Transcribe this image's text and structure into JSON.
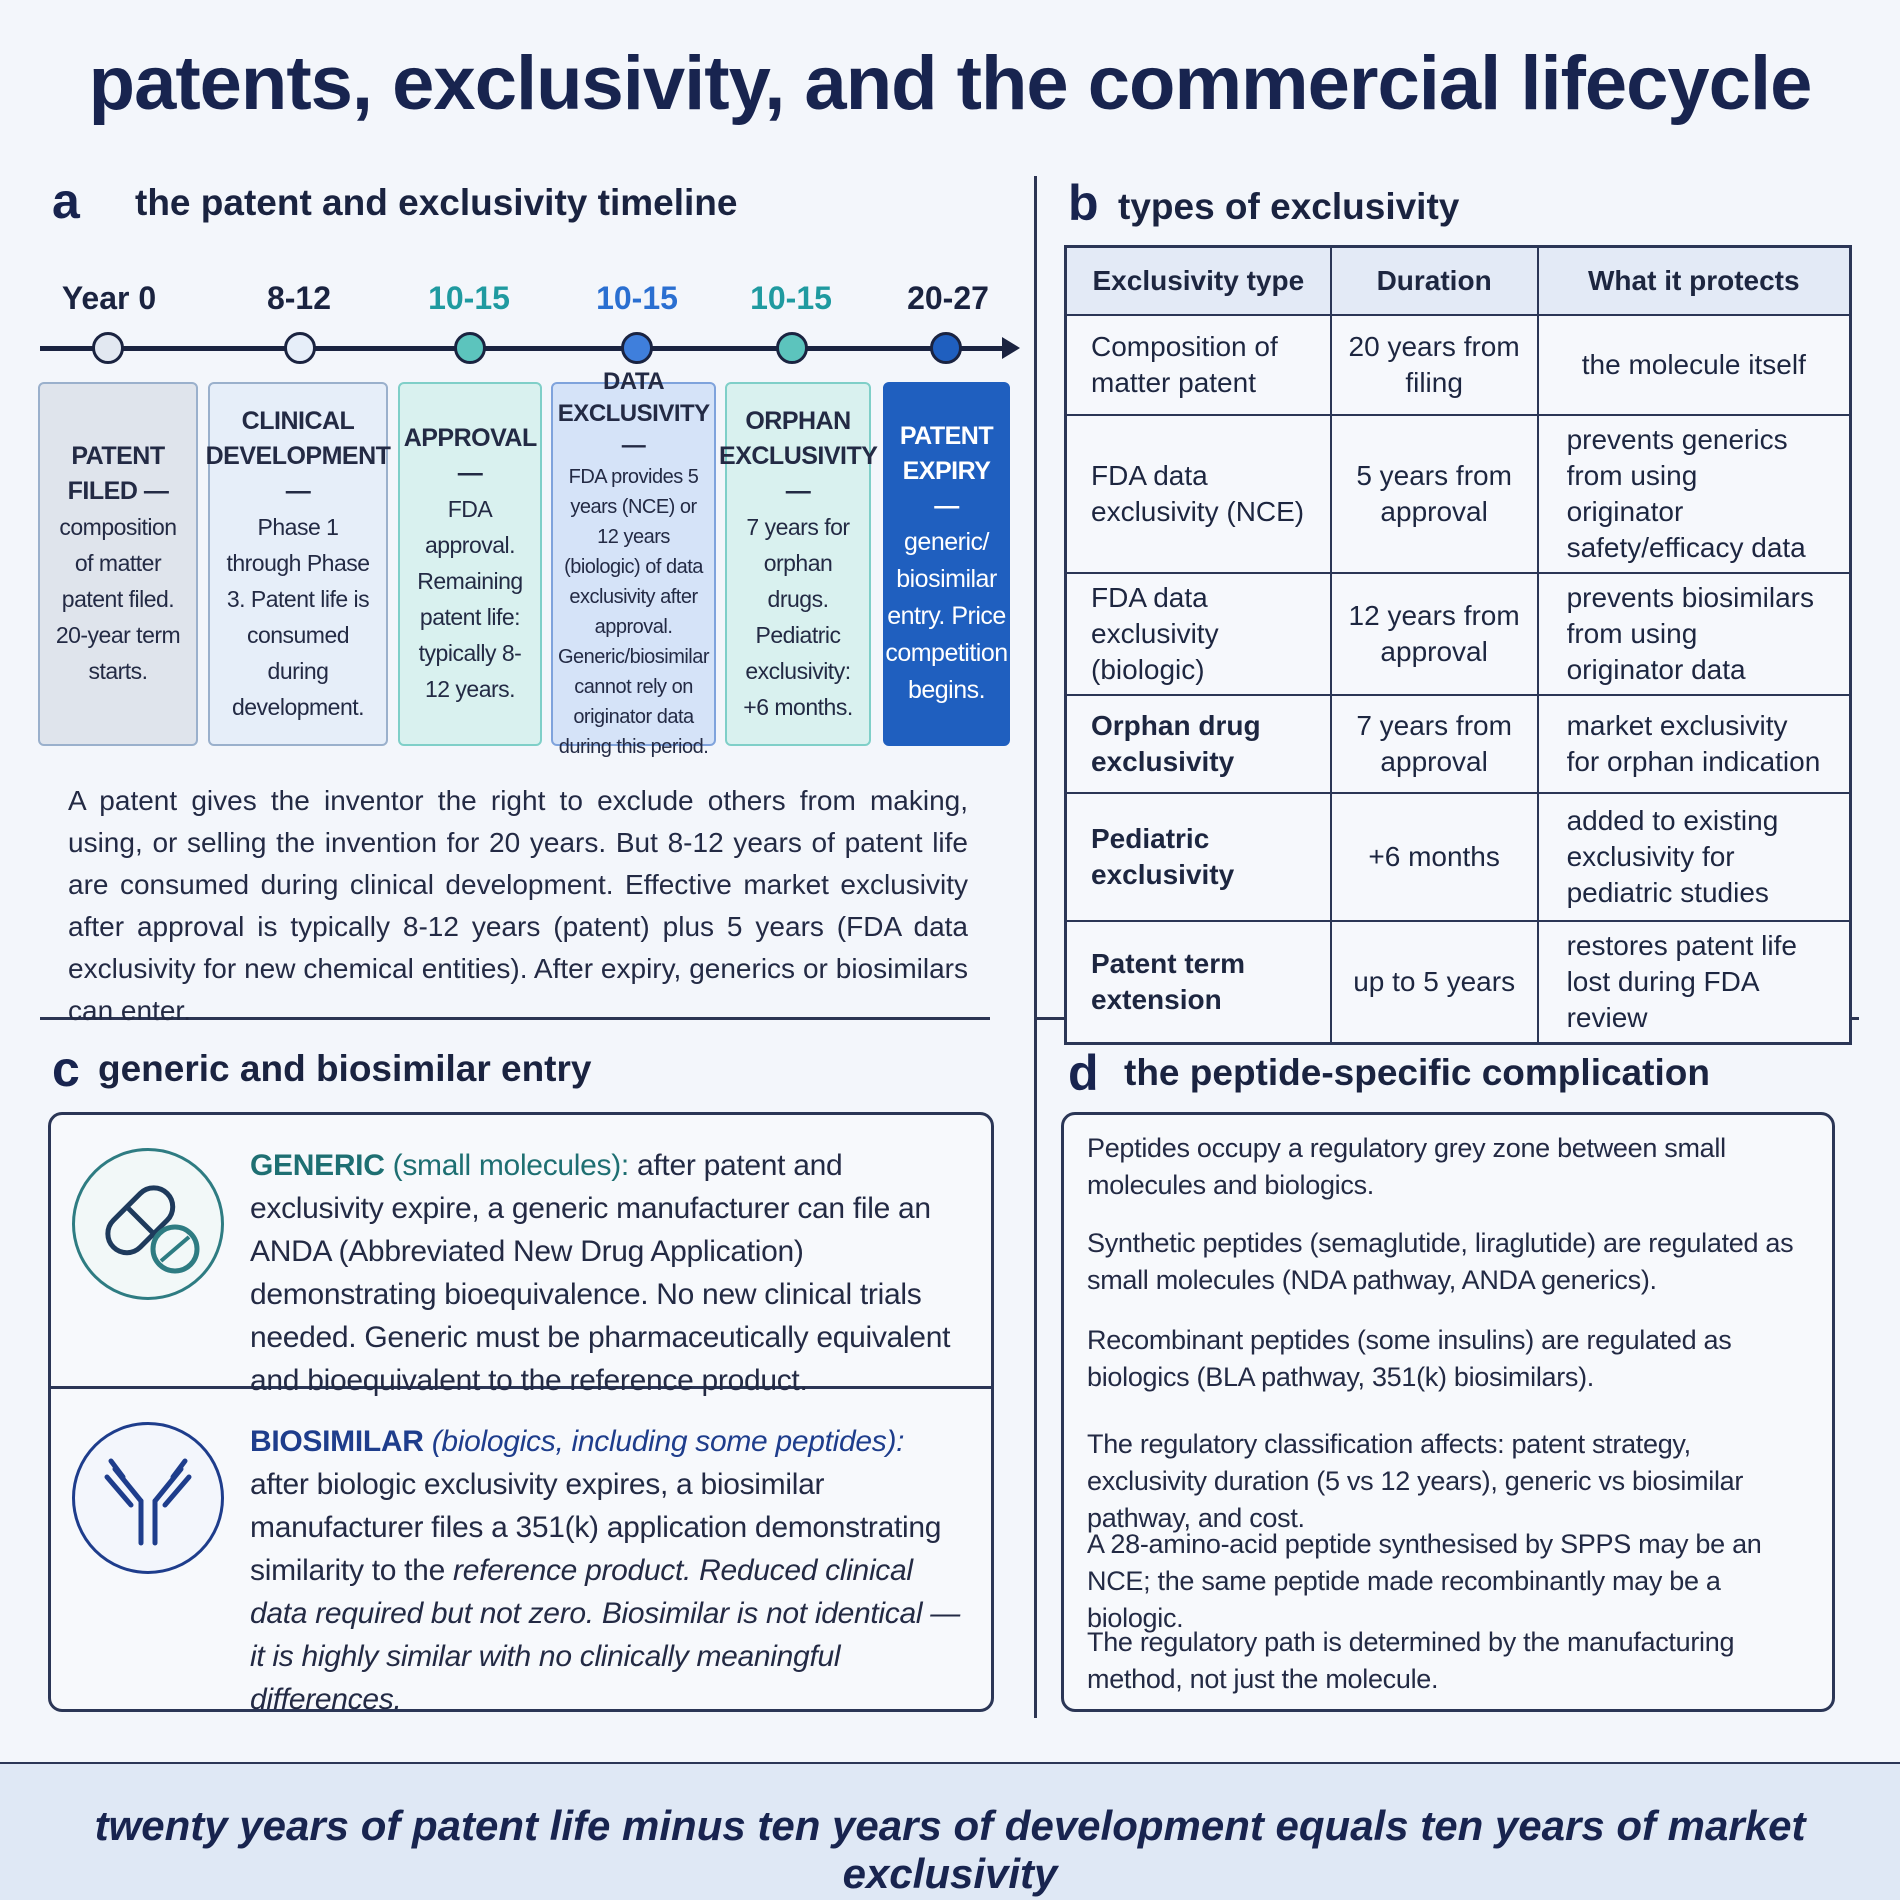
{
  "title": "patents, exclusivity, and the commercial lifecycle",
  "panel_a": {
    "letter": "a",
    "title": "the patent and exclusivity timeline",
    "timeline_labels": [
      "Year 0",
      "8-12",
      "10-15",
      "10-15",
      "10-15",
      "20-27"
    ],
    "stages": [
      {
        "head": "PATENT FILED —",
        "body": "composition of matter patent filed. 20-year term starts."
      },
      {
        "head": "CLINICAL DEVELOPMENT —",
        "body": "Phase 1 through Phase 3. Patent life is consumed during development."
      },
      {
        "head": "APPROVAL —",
        "body": "FDA approval. Remaining patent life: typically 8-12 years."
      },
      {
        "head": "DATA EXCLUSIVITY —",
        "body": "FDA provides 5 years (NCE) or 12 years (biologic) of data exclusivity after approval. Generic/biosimilar cannot rely on originator data during this period."
      },
      {
        "head": "ORPHAN EXCLUSIVITY —",
        "body": "7 years for orphan drugs. Pediatric exclusivity: +6 months."
      },
      {
        "head": "PATENT EXPIRY —",
        "body": "generic/ biosimilar entry. Price competition begins."
      }
    ],
    "description": "A patent gives the inventor the right to exclude others from making, using, or selling the invention for 20 years. But 8-12 years of patent life are consumed during clinical development. Effective market exclusivity after approval is typically 8-12 years (patent) plus 5 years (FDA data exclusivity for new chemical entities). After expiry, generics or biosimilars can enter."
  },
  "panel_b": {
    "letter": "b",
    "title": "types of exclusivity",
    "headers": [
      "Exclusivity type",
      "Duration",
      "What it protects"
    ],
    "rows": [
      {
        "type": "Composition of matter patent",
        "duration": "20 years from filing",
        "protects": "the molecule itself"
      },
      {
        "type": "FDA data exclusivity (NCE)",
        "duration": "5 years from approval",
        "protects": "prevents generics from using originator safety/efficacy data"
      },
      {
        "type": "FDA data exclusivity (biologic)",
        "duration": "12 years from approval",
        "protects": "prevents biosimilars from using originator data"
      },
      {
        "type": "Orphan drug exclusivity",
        "duration": "7 years from approval",
        "protects": "market exclusivity for orphan indication"
      },
      {
        "type": "Pediatric exclusivity",
        "duration": "+6 months",
        "protects": "added to existing exclusivity for pediatric studies"
      },
      {
        "type": "Patent term extension",
        "duration": "up to 5 years",
        "protects": "restores patent life lost during FDA review"
      }
    ]
  },
  "panel_c": {
    "letter": "c",
    "title": "generic and biosimilar entry",
    "generic": {
      "head": "GENERIC",
      "qualifier": "(small molecules):",
      "body": " after patent and exclusivity expire, a generic manufacturer can file an ANDA (Abbreviated New Drug Application) demonstrating bioequivalence. No new clinical trials needed. Generic must be pharmaceutically equivalent and bioequivalent to the reference product."
    },
    "biosimilar": {
      "head": "BIOSIMILAR",
      "qualifier": "(biologics, including some peptides):",
      "body": " after biologic exclusivity expires, a biosimilar manufacturer files a 351(k) application demonstrating similarity to the ",
      "body_italic": "reference product. Reduced clinical data required but not zero. Biosimilar is not identical — it is highly similar with no clinically meaningful differences."
    }
  },
  "panel_d": {
    "letter": "d",
    "title": "the peptide-specific complication",
    "paragraphs": [
      "Peptides occupy a regulatory grey zone between small molecules and biologics.",
      "Synthetic peptides (semaglutide, liraglutide) are regulated as small molecules (NDA pathway, ANDA generics).",
      "Recombinant peptides (some insulins) are regulated as biologics (BLA pathway, 351(k) biosimilars).",
      "The regulatory classification affects: patent strategy, exclusivity duration (5 vs 12 years), generic vs biosimilar pathway, and cost.",
      "A 28-amino-acid peptide synthesised by SPPS may be an NCE; the same peptide made recombinantly may be a biologic.",
      "The regulatory path is determined by the manufacturing method, not just the molecule."
    ]
  },
  "footer": "twenty years of patent life minus ten years of development equals ten years of market exclusivity",
  "colors": {
    "navy": "#18244f",
    "teal": "#2e7c82",
    "accent_blue": "#1f5fbf",
    "label_teal": "#1f9aa0",
    "label_blue": "#2a6fd1",
    "expiry_blue": "#1f5fbf"
  },
  "icons": [
    "pill-capsule-icon",
    "tablet-icon",
    "antibody-icon"
  ]
}
